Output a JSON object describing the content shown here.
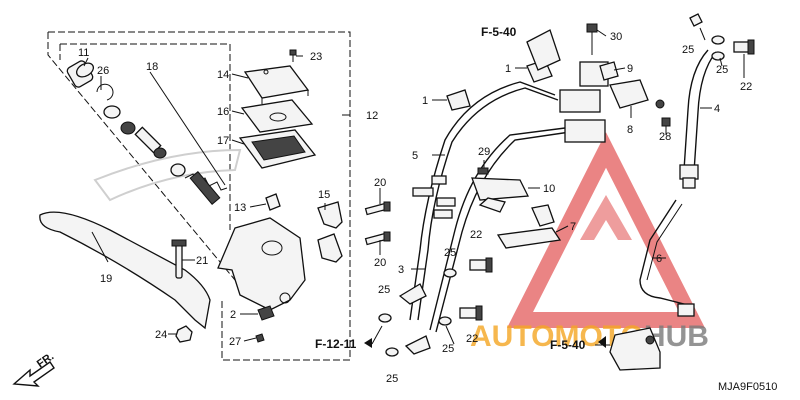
{
  "labels": {
    "c1": "1",
    "c2": "2",
    "c3": "3",
    "c4": "4",
    "c5": "5",
    "c6": "6",
    "c7": "7",
    "c8": "8",
    "c9": "9",
    "c10": "10",
    "c11": "11",
    "c12": "12",
    "c13": "13",
    "c14": "14",
    "c15": "15",
    "c16": "16",
    "c17": "17",
    "c18": "18",
    "c19": "19",
    "c20": "20",
    "c21": "21",
    "c22": "22",
    "c23": "23",
    "c24": "24",
    "c25": "25",
    "c26": "26",
    "c27": "27",
    "c28": "28",
    "c29": "29",
    "c30": "30"
  },
  "refs": {
    "f540": "F-5-40",
    "f1211": "F-12-11"
  },
  "direction": {
    "front": "FR."
  },
  "footer": {
    "code": "MJA9F0510"
  },
  "watermark": {
    "text_auto": "AUTOMOTO",
    "text_hub": "HUB",
    "color_auto": "#f5a623",
    "color_hub": "#7a7a7a"
  }
}
